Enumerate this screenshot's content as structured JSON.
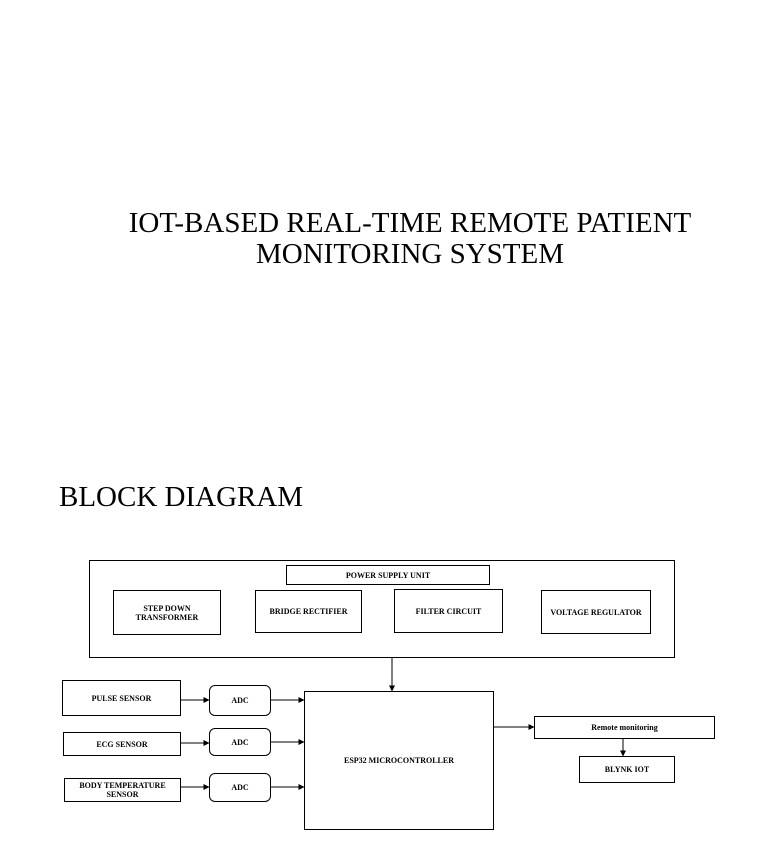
{
  "document": {
    "title_line1": "IOT-BASED REAL-TIME REMOTE PATIENT",
    "title_line2": "MONITORING SYSTEM",
    "section_heading": "BLOCK DIAGRAM"
  },
  "diagram": {
    "power_supply_unit": "POWER SUPPLY UNIT",
    "step_down_transformer_line1": "STEP DOWN",
    "step_down_transformer_line2": "TRANSFORMER",
    "bridge_rectifier": "BRIDGE RECTIFIER",
    "filter_circuit": "FILTER CIRCUIT",
    "voltage_regulator": "VOLTAGE REGULATOR",
    "pulse_sensor": "PULSE  SENSOR",
    "ecg_sensor": "ECG SENSOR",
    "body_temperature_sensor_line1": "BODY TEMPERATURE",
    "body_temperature_sensor_line2": "SENSOR",
    "adc": "ADC",
    "microcontroller": "ESP32  MICROCONTROLLER",
    "remote_monitoring": "Remote monitoring",
    "blynk_iot": "BLYNK IOT"
  }
}
